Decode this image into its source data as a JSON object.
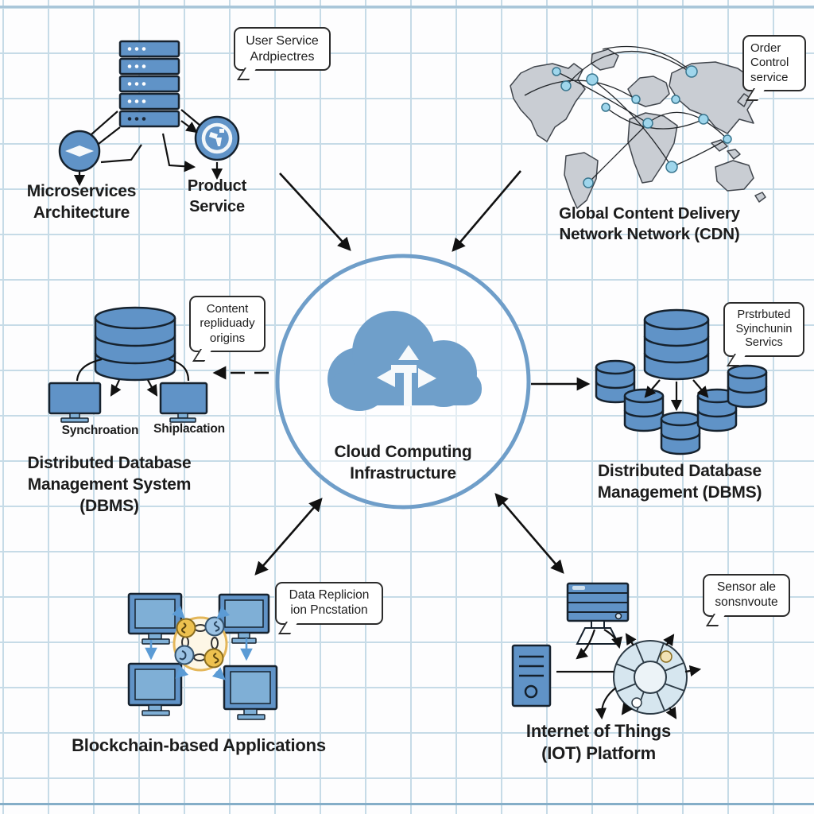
{
  "center": {
    "label": "Cloud Computing\nInfrastructure"
  },
  "nodes": {
    "microservices": {
      "label": "Microservices\nArchitecture",
      "product_label": "Product\nService",
      "bubble": "User Service\nArdpiectres"
    },
    "cdn": {
      "label": "Global Content Delivery\nNetwork Network (CDN)",
      "bubble": "Order\nControl\nservice"
    },
    "dbms_left": {
      "label": "Distributed Database\nManagement System (DBMS)",
      "bubble": "Content\nrepliduady\norigins",
      "monitor_left_label": "Synchroation",
      "monitor_right_label": "Shiplacation"
    },
    "dbms_right": {
      "label": "Distributed Database\nManagement (DBMS)",
      "bubble": "Prstrbuted\nSyinchunin\nServics"
    },
    "blockchain": {
      "label": "Blockchain-based Applications",
      "bubble": "Data Replicion\nion Pncstation"
    },
    "iot": {
      "label": "Internet of Things\n(IOT) Platform",
      "bubble": "Sensor ale\nsonsnvoute"
    }
  },
  "colors": {
    "shape_blue": "#6093c7",
    "outline": "#16222e",
    "arrow_black": "#111111",
    "arrow_blue": "#5b9bd5",
    "map_gray": "#c9cdd3",
    "node_blue": "#9fd6ec",
    "circle_blue": "#6f9ec9",
    "coin_yellow": "#edc14f",
    "coin_blue": "#9cc3e4",
    "grid_line": "#c6dbe7",
    "bubble_border": "#2b2b2b"
  }
}
